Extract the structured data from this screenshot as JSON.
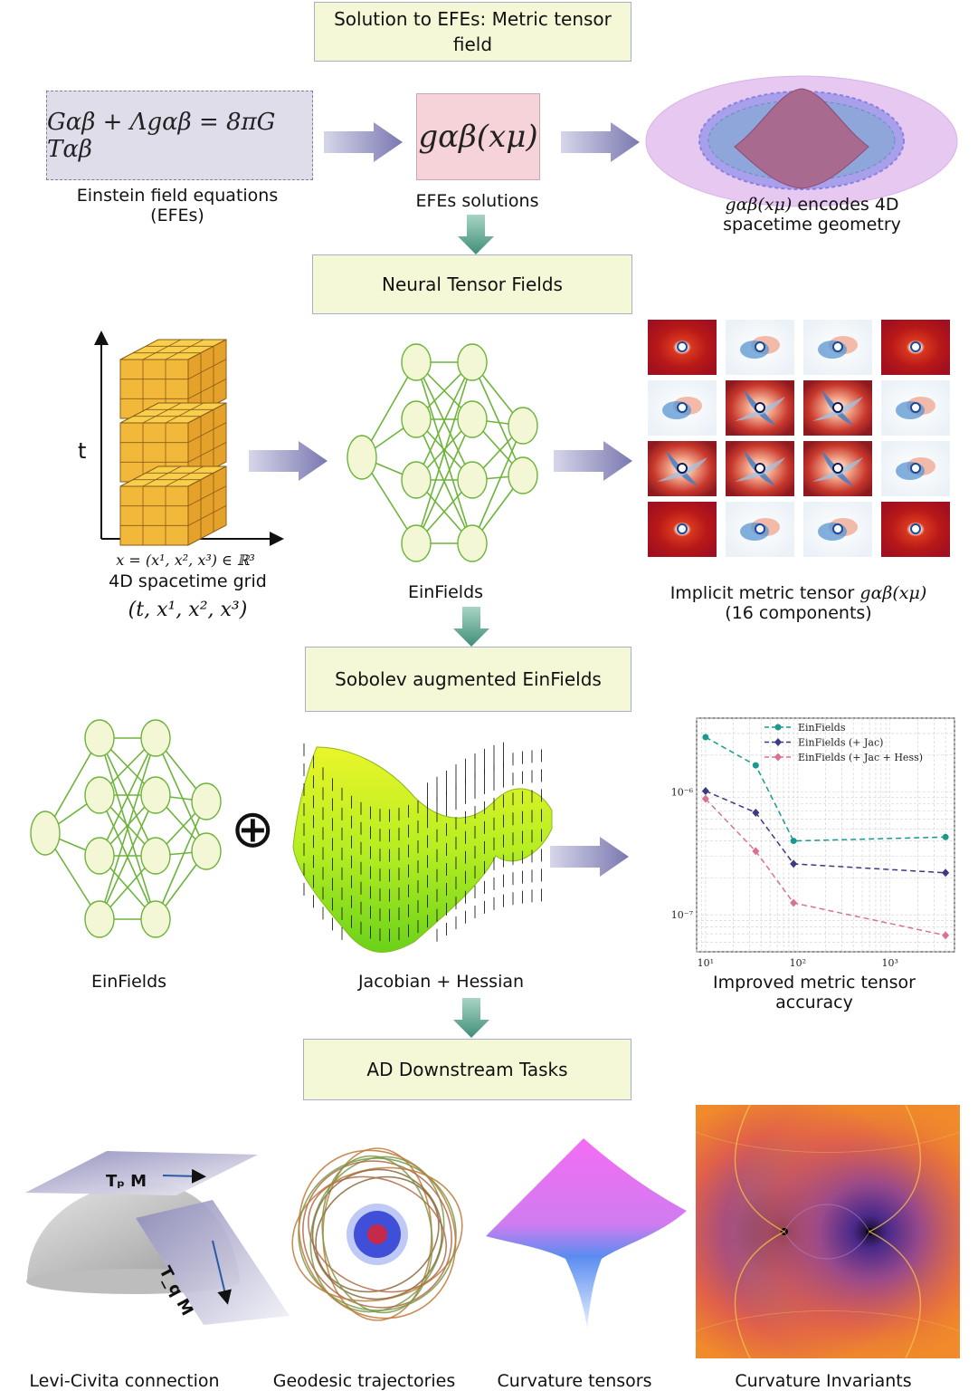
{
  "headers": {
    "solution_line1": "Solution to EFEs: Metric tensor",
    "solution_line2": "field",
    "neural": "Neural Tensor Fields",
    "sobolev": "Sobolev augmented EinFields",
    "ad_tasks": "AD Downstream Tasks"
  },
  "row1": {
    "efe_equation": "Gαβ + Λgαβ = 8πG Tαβ",
    "efe_caption_line1": "Einstein field equations",
    "efe_caption_line2": "(EFEs)",
    "solution_symbol": "gαβ(xμ)",
    "solution_caption": "EFEs solutions",
    "geometry_math": "gαβ(xμ)",
    "geometry_caption_a": " encodes 4D",
    "geometry_caption_b": "spacetime geometry"
  },
  "row2": {
    "axis_t": "t",
    "x_formula": "x = (x¹, x², x³) ∈ ℝ³",
    "grid_caption": "4D spacetime grid",
    "grid_coords": "(t, x¹, x², x³)",
    "net_caption": "EinFields",
    "metric_caption_a": "Implicit metric tensor ",
    "metric_caption_math": "gαβ(xμ)",
    "metric_caption_b": "(16 components)"
  },
  "row3": {
    "net_caption": "EinFields",
    "jac_caption": "Jacobian + Hessian",
    "plot_caption_line1": "Improved metric tensor",
    "plot_caption_line2": "accuracy",
    "oplus": "⊕"
  },
  "row4": {
    "levi": "Levi-Civita connection",
    "geodesic": "Geodesic trajectories",
    "curvature_tensors": "Curvature tensors",
    "invariants": "Curvature Invariants",
    "tp_label": "Tₚ M",
    "tq_label": "T_q M"
  },
  "chart_data": {
    "type": "line",
    "xscale": "log",
    "yscale": "log",
    "xlim": [
      8,
      5000
    ],
    "ylim": [
      5e-08,
      4e-06
    ],
    "xticks": [
      "10¹",
      "10²",
      "10³"
    ],
    "yticks": [
      "10⁻⁶",
      "10⁻⁷"
    ],
    "grid": true,
    "legend_position": "top-right",
    "series": [
      {
        "name": "EinFields",
        "color": "#1a9a8e",
        "marker": "circle",
        "x": [
          10,
          35,
          90,
          4000
        ],
        "y": [
          2.8e-06,
          1.65e-06,
          4e-07,
          4.3e-07
        ]
      },
      {
        "name": "EinFields (+ Jac)",
        "color": "#3d3a82",
        "marker": "diamond",
        "x": [
          10,
          35,
          90,
          4000
        ],
        "y": [
          1.02e-06,
          6.8e-07,
          2.6e-07,
          2.2e-07
        ]
      },
      {
        "name": "EinFields (+ Jac + Hess)",
        "color": "#d9728e",
        "marker": "diamond",
        "x": [
          10,
          35,
          90,
          4000
        ],
        "y": [
          8.8e-07,
          3.3e-07,
          1.25e-07,
          6.8e-08
        ]
      }
    ]
  }
}
